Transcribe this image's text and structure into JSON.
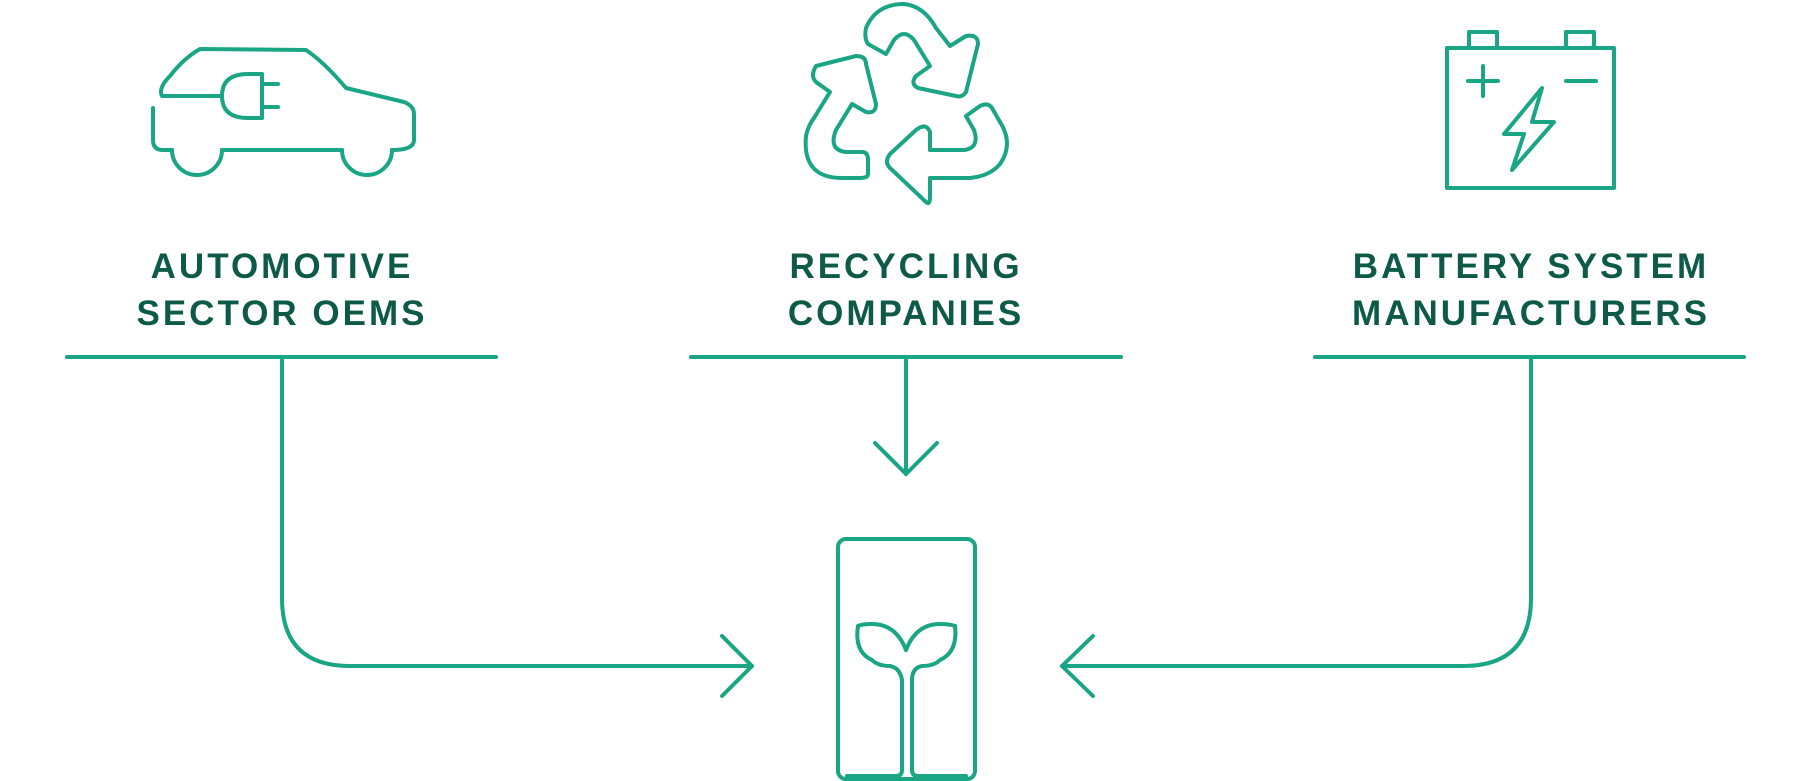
{
  "colors": {
    "line": "#1aa584",
    "text": "#0e5a49",
    "background": "#ffffff"
  },
  "nodes": [
    {
      "id": "automotive",
      "icon": "electric-car-icon",
      "label_line1": "AUTOMOTIVE",
      "label_line2": "SECTOR OEMS"
    },
    {
      "id": "recycling",
      "icon": "recycle-icon",
      "label_line1": "RECYCLING",
      "label_line2": "COMPANIES"
    },
    {
      "id": "battery",
      "icon": "battery-icon",
      "label_line1": "BATTERY SYSTEM",
      "label_line2": "MANUFACTURERS"
    }
  ],
  "target": {
    "icon": "battery-cell-sprout-icon"
  }
}
